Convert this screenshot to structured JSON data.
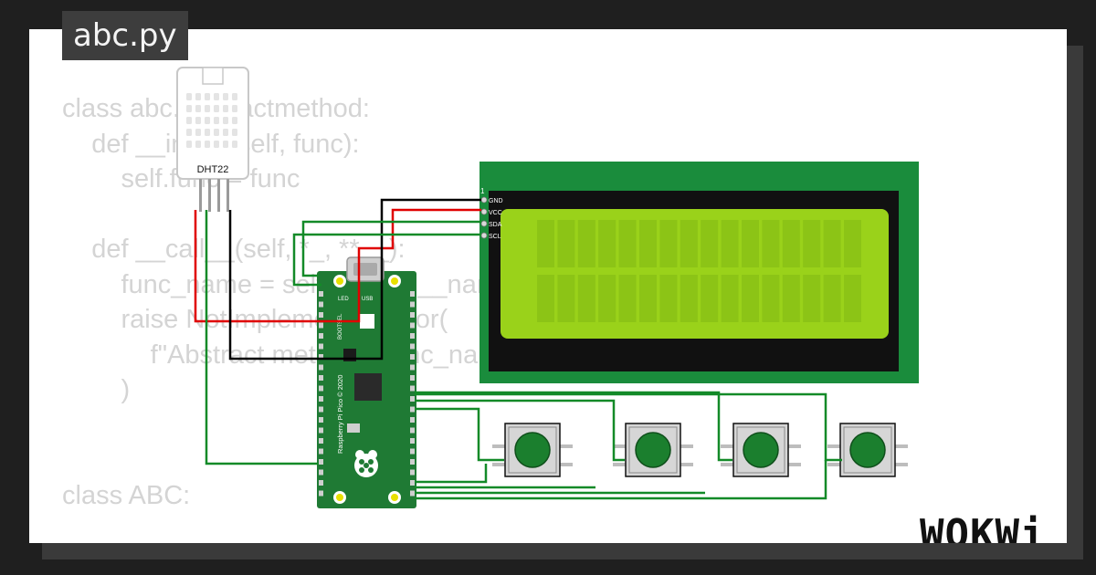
{
  "file": {
    "name": "abc.py"
  },
  "code": {
    "lines": [
      "class abc.abstractmethod:",
      "    def __init__(self, func):",
      "        self.func = func",
      "",
      "    def __call__(self, *_, **__):",
      "        func_name = self.__func.__name__",
      "        raise NotImplementedError(",
      "            f\"Abstract method: {func_name}\"",
      "        )",
      "",
      "",
      "class ABC:"
    ]
  },
  "sensor": {
    "label": "DHT22"
  },
  "lcd": {
    "pin_index": "1",
    "pins": [
      "GND",
      "VCC",
      "SDA",
      "SCL"
    ],
    "colors": {
      "board": "#1a8c3c",
      "screen": "#9ad21a",
      "bezel": "#111111"
    }
  },
  "pico": {
    "labels": {
      "led": "LED",
      "usb": "USB",
      "bootsel": "BOOTSEL",
      "brand": "Raspberry Pi Pico © 2020"
    },
    "colors": {
      "board": "#1f7a34"
    }
  },
  "buttons": {
    "count": 4,
    "colors": {
      "cap": "#1b7f2e",
      "body": "#d6d6d6"
    }
  },
  "wires": {
    "colors": {
      "power": "#e00000",
      "ground": "#000000",
      "signal": "#138a28"
    }
  },
  "brand": {
    "text": "WOKWi"
  }
}
